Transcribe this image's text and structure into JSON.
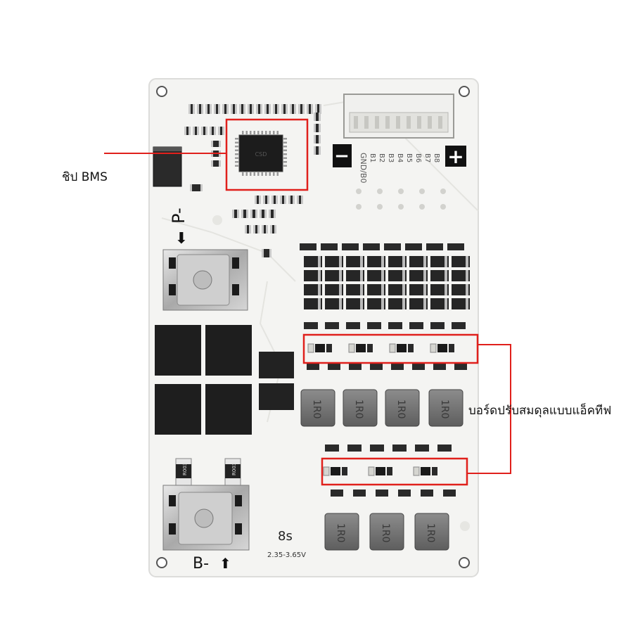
{
  "annotations": {
    "bms_chip": "ชิป BMS",
    "active_balance": "บอร์ดปรับสมดุลแบบแอ็คทีฟ",
    "highlight_color": "#e0201c"
  },
  "board": {
    "pack_minus_label": "P-",
    "battery_minus_label": "B-",
    "cell_count": "8s",
    "voltage_range": "2.35-3.65V",
    "connector_label": "GND/B0",
    "connector_pins": [
      "B1",
      "B2",
      "B3",
      "B4",
      "B5",
      "B6",
      "B7",
      "B8"
    ],
    "minus_symbol": "−",
    "plus_symbol": "+",
    "inductor_marking": "1R0",
    "shunt_marking": "R003",
    "chip_marking": "CSD",
    "board_color": "#f4f4f2"
  }
}
